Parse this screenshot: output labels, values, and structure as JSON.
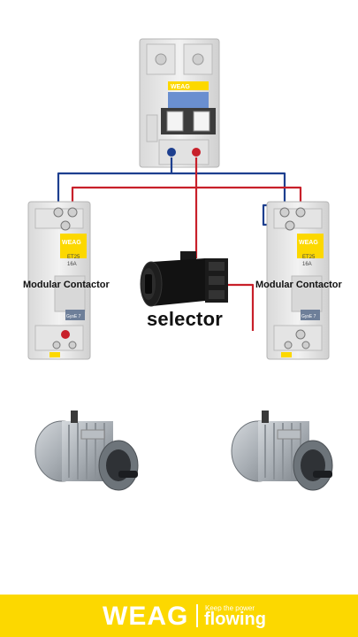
{
  "breaker": {
    "brand": "WEAG"
  },
  "contactor_left": {
    "brand": "WEAG",
    "model": "ET25",
    "rating": "16A",
    "series": "GysE 7",
    "label": "Modular Contactor"
  },
  "contactor_right": {
    "brand": "WEAG",
    "model": "ET25",
    "rating": "16A",
    "series": "GysE 7",
    "label": "Modular Contactor"
  },
  "selector": {
    "label": "selector"
  },
  "footer": {
    "brand": "WEAG",
    "tagline_small": "Keep the power",
    "tagline_large": "flowing"
  },
  "colors": {
    "wire_blue": "#1d3f8f",
    "wire_red": "#c8202a",
    "accent_yellow": "#fcd800",
    "device_body": "#ececec"
  }
}
